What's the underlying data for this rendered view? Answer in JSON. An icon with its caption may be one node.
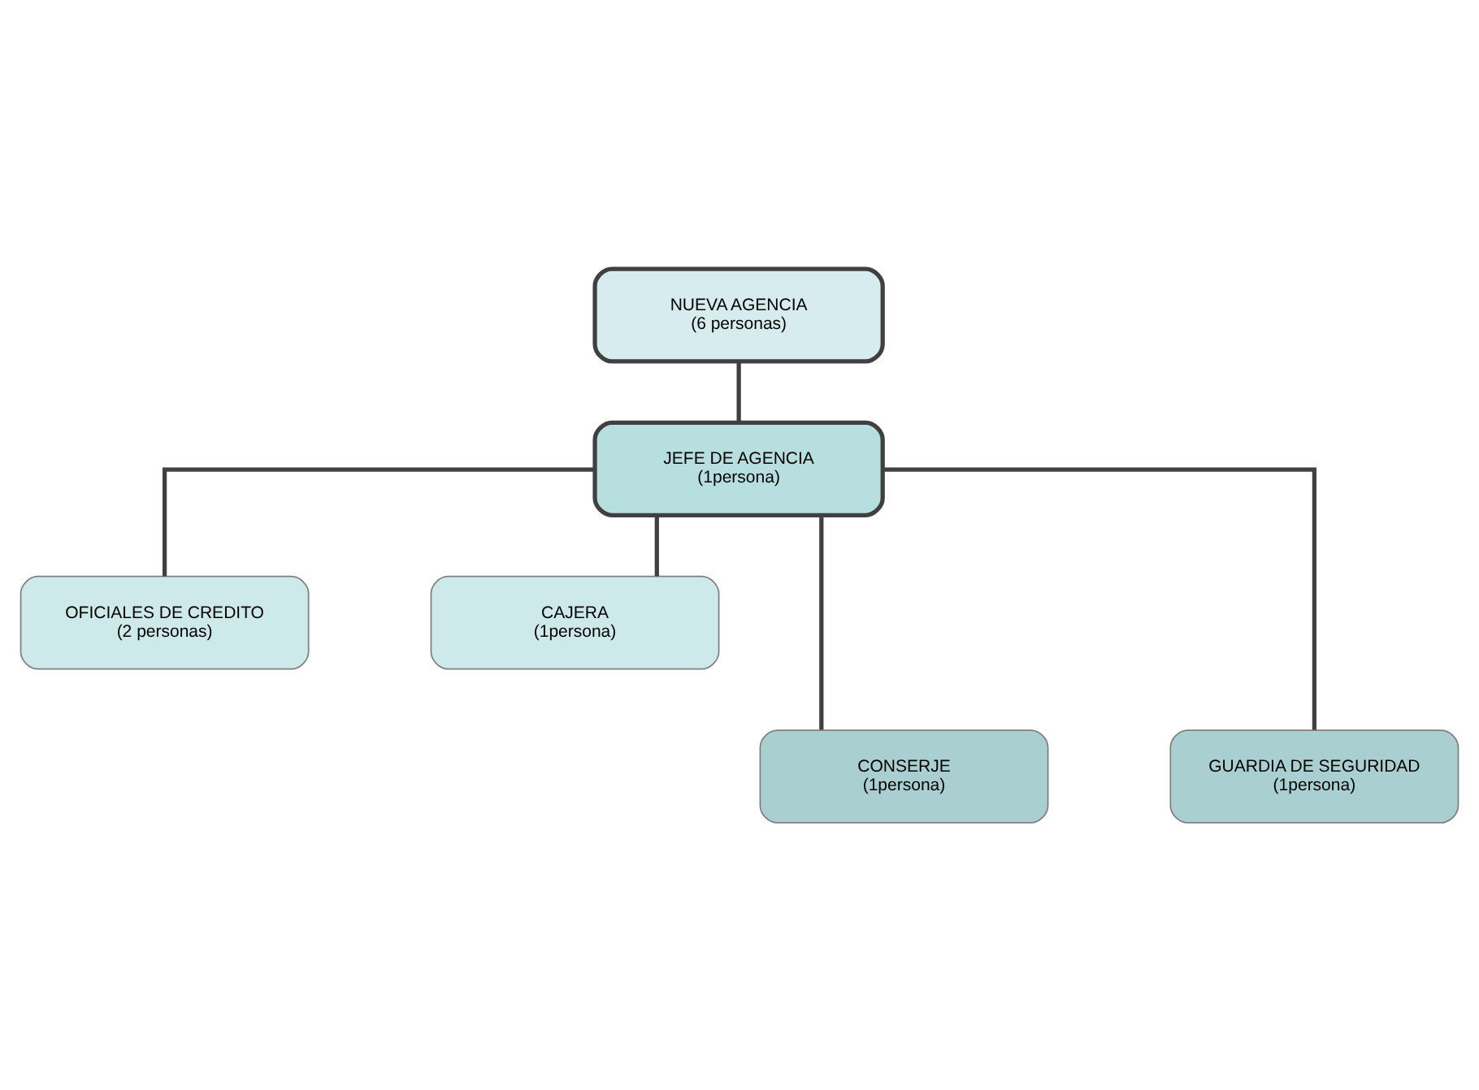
{
  "diagram": {
    "nodes": [
      {
        "text": [
          "NUEVA AGENCIA",
          "(6 personas)"
        ]
      },
      {
        "text": [
          "JEFE DE AGENCIA",
          "(1persona)"
        ]
      },
      {
        "text": [
          "OFICIALES DE CREDITO",
          "(2 personas)"
        ]
      },
      {
        "text": [
          "CAJERA",
          "(1persona)"
        ]
      },
      {
        "text": [
          "CONSERJE",
          "(1persona)"
        ]
      },
      {
        "text": [
          "GUARDIA DE SEGURIDAD",
          "(1persona)"
        ]
      }
    ],
    "edges": [
      {
        "from": 0,
        "to": 1,
        "arrow": "none"
      },
      {
        "from": 1,
        "to": 2,
        "arrow": "none"
      },
      {
        "from": 1,
        "to": 3,
        "arrow": "none"
      },
      {
        "from": 1,
        "to": 4,
        "arrow": "none"
      },
      {
        "from": 1,
        "to": 5,
        "arrow": "none"
      }
    ]
  }
}
